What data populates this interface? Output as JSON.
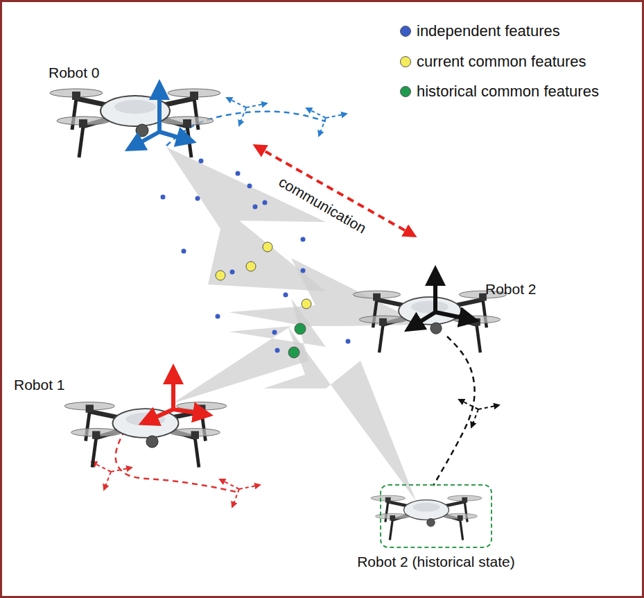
{
  "diagram": {
    "nodes": [
      {
        "text": [
          "Robot 2 (historical state)"
        ]
      }
    ],
    "edges": [],
    "labels": [
      "Robot 0",
      "Robot 1",
      "Robot 2",
      "communication"
    ],
    "legend": [
      {
        "text": "independent features",
        "color": "#3a5cc4"
      },
      {
        "text": "current common features",
        "color": "#f4ec5c"
      },
      {
        "text": "historical common features",
        "color": "#1f9a4c"
      }
    ]
  }
}
